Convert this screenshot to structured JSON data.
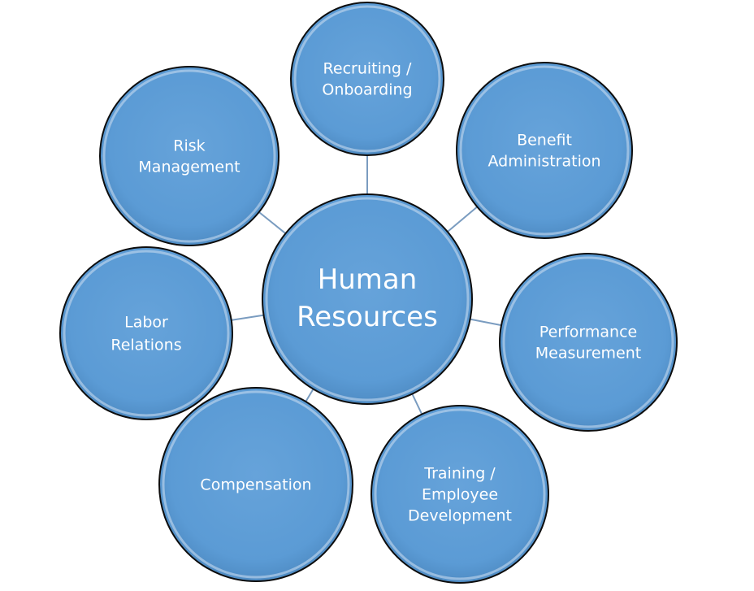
{
  "diagram": {
    "hub": {
      "label_lines": [
        "Human",
        "Resources"
      ]
    },
    "nodes": [
      {
        "id": "recruiting-onboarding",
        "label_lines": [
          "Recruiting /",
          "Onboarding"
        ]
      },
      {
        "id": "benefit-administration",
        "label_lines": [
          "Benefit",
          "Administration"
        ]
      },
      {
        "id": "performance-measurement",
        "label_lines": [
          "Performance",
          "Measurement"
        ]
      },
      {
        "id": "training-employee-development",
        "label_lines": [
          "Training /",
          "Employee",
          "Development"
        ]
      },
      {
        "id": "compensation",
        "label_lines": [
          "Compensation"
        ]
      },
      {
        "id": "labor-relations",
        "label_lines": [
          "Labor",
          "Relations"
        ]
      },
      {
        "id": "risk-management",
        "label_lines": [
          "Risk",
          "Management"
        ]
      }
    ],
    "colors": {
      "fill": "#5b9bd5",
      "outline": "#0d0d0d",
      "connector": "#7a9cc0",
      "text": "#ffffff"
    }
  }
}
